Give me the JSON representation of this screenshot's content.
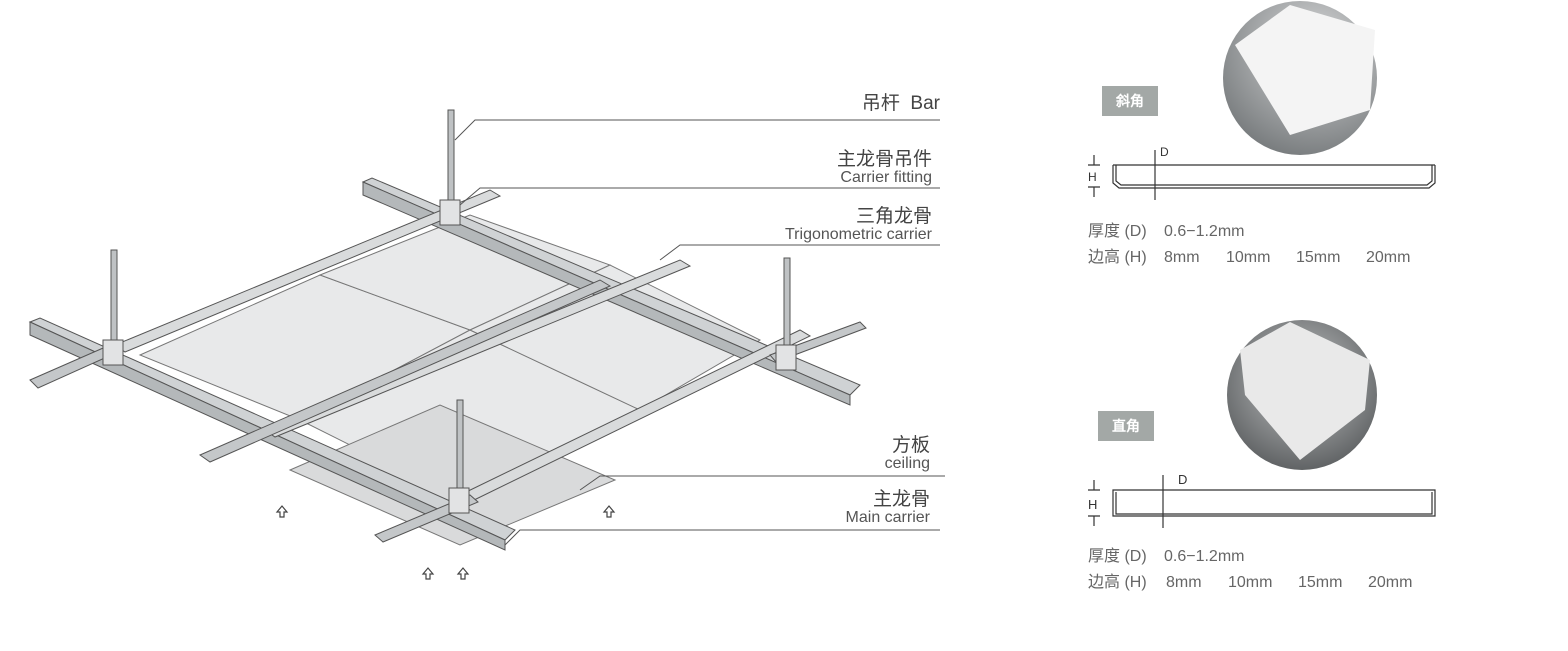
{
  "labels": {
    "bar": {
      "cn": "吊杆",
      "en": "Bar"
    },
    "carrier_fitting": {
      "cn": "主龙骨吊件",
      "en": "Carrier fitting"
    },
    "trig_carrier": {
      "cn": "三角龙骨",
      "en": "Trigonometric carrier"
    },
    "ceiling": {
      "cn": "方板",
      "en": "ceiling"
    },
    "main_carrier": {
      "cn": "主龙骨",
      "en": "Main carrier"
    }
  },
  "profiles": [
    {
      "tag": "斜角",
      "d_label": "D",
      "h_label": "H",
      "thickness_label": "厚度 (D)",
      "thickness": "0.6−1.2mm",
      "height_label": "边高 (H)",
      "heights": [
        "8mm",
        "10mm",
        "15mm",
        "20mm"
      ]
    },
    {
      "tag": "直角",
      "d_label": "D",
      "h_label": "H",
      "thickness_label": "厚度 (D)",
      "thickness": "0.6−1.2mm",
      "height_label": "边高 (H)",
      "heights": [
        "8mm",
        "10mm",
        "15mm",
        "20mm"
      ]
    }
  ],
  "colors": {
    "beam": "#c9ccce",
    "panel": "#e6e7e8",
    "line": "#555555",
    "tag": "#a3a8a6"
  }
}
